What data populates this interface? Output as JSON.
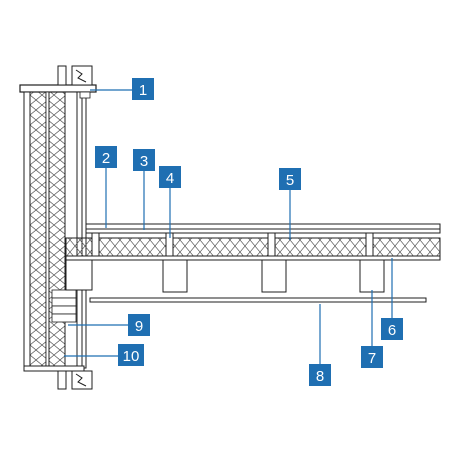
{
  "colors": {
    "line": "#1f1f1f",
    "insulation": "#d9d9d9",
    "callout_fill": "#1f6fb2",
    "callout_line": "#1f6fb2",
    "callout_text": "#ffffff"
  },
  "callouts": [
    {
      "label": "1"
    },
    {
      "label": "2"
    },
    {
      "label": "3"
    },
    {
      "label": "4"
    },
    {
      "label": "5"
    },
    {
      "label": "6"
    },
    {
      "label": "7"
    },
    {
      "label": "8"
    },
    {
      "label": "9"
    },
    {
      "label": "10"
    }
  ]
}
